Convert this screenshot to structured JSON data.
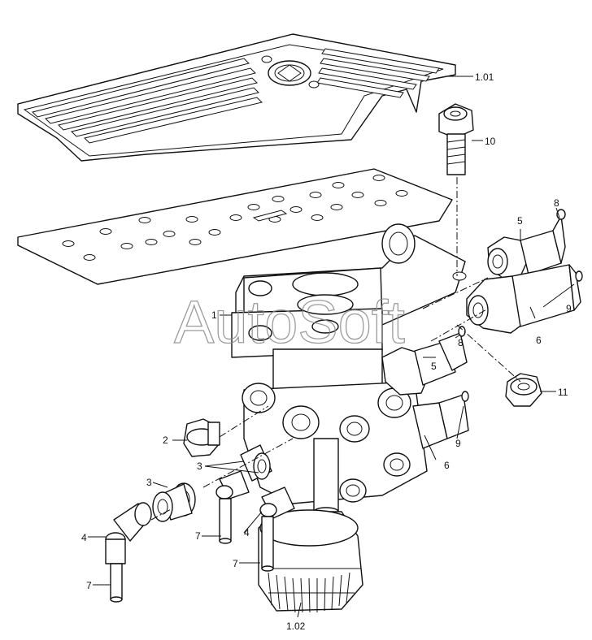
{
  "watermark": "AutoSoft",
  "callouts": {
    "pedal_cover": "1.01",
    "valve_body": "1.02",
    "main_assembly": "1",
    "plug": "2",
    "nipple_a": "3",
    "nipple_b": "3",
    "elbow_a": "4",
    "elbow_b": "4",
    "fitting_upper": "5",
    "fitting_lower": "5",
    "connector_upper": "6",
    "connector_lower": "6",
    "tube_a": "7",
    "tube_b": "7",
    "tube_c": "7",
    "hose_upper": "8",
    "hose_lower": "8",
    "hose_c_upper": "9",
    "hose_c_lower": "9",
    "bolt": "10",
    "nut": "11"
  }
}
